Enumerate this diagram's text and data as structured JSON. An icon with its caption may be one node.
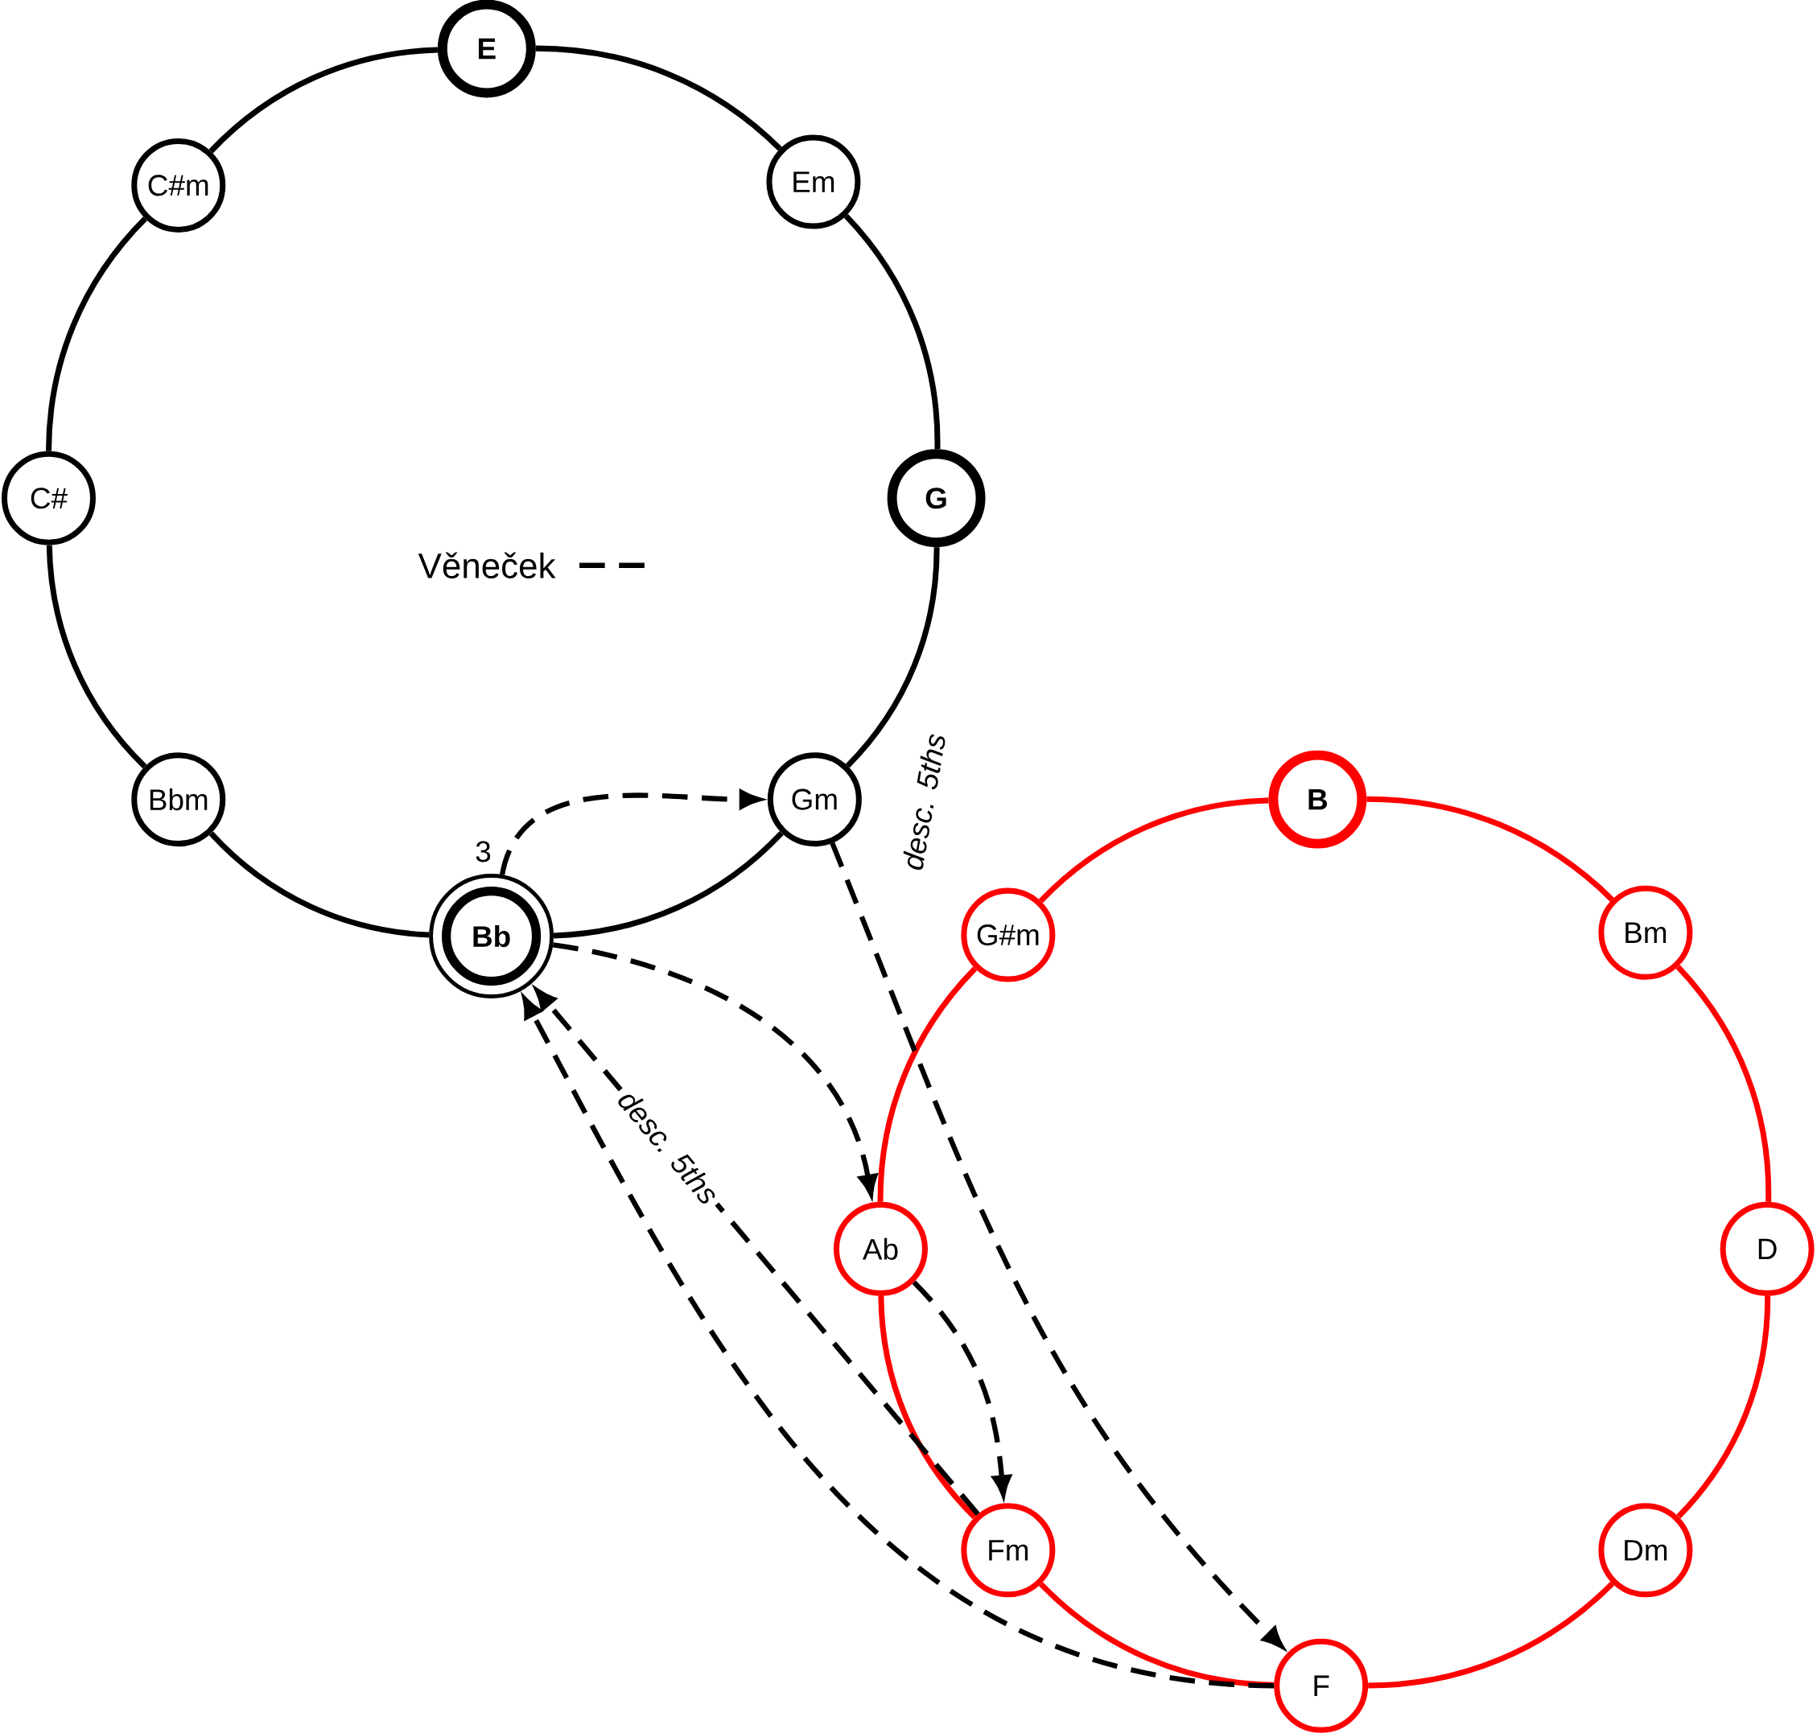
{
  "diagram": {
    "nodes": [
      {
        "text": [
          "E"
        ]
      },
      {
        "text": [
          "Em"
        ]
      },
      {
        "text": [
          "G"
        ]
      },
      {
        "text": [
          "Gm"
        ]
      },
      {
        "text": [
          "Bb"
        ]
      },
      {
        "text": [
          "Bbm"
        ]
      },
      {
        "text": [
          "C#"
        ]
      },
      {
        "text": [
          "C#m"
        ]
      },
      {
        "text": [
          "B"
        ]
      },
      {
        "text": [
          "Bm"
        ]
      },
      {
        "text": [
          "D"
        ]
      },
      {
        "text": [
          "Dm"
        ]
      },
      {
        "text": [
          "F"
        ]
      },
      {
        "text": [
          "Fm"
        ]
      },
      {
        "text": [
          "Ab"
        ]
      },
      {
        "text": [
          "G#m"
        ]
      }
    ],
    "edges": [
      {
        "from": 0,
        "to": 1,
        "arrow": "none"
      },
      {
        "from": 1,
        "to": 2,
        "arrow": "none"
      },
      {
        "from": 2,
        "to": 3,
        "arrow": "none"
      },
      {
        "from": 3,
        "to": 4,
        "arrow": "none"
      },
      {
        "from": 4,
        "to": 5,
        "arrow": "none"
      },
      {
        "from": 5,
        "to": 6,
        "arrow": "none"
      },
      {
        "from": 6,
        "to": 7,
        "arrow": "none"
      },
      {
        "from": 7,
        "to": 0,
        "arrow": "none"
      },
      {
        "from": 8,
        "to": 9,
        "arrow": "none",
        "color": "#ff0000"
      },
      {
        "from": 9,
        "to": 10,
        "arrow": "none",
        "color": "#ff0000"
      },
      {
        "from": 10,
        "to": 11,
        "arrow": "none",
        "color": "#ff0000"
      },
      {
        "from": 11,
        "to": 12,
        "arrow": "none",
        "color": "#ff0000"
      },
      {
        "from": 12,
        "to": 13,
        "arrow": "none",
        "color": "#ff0000"
      },
      {
        "from": 13,
        "to": 14,
        "arrow": "none",
        "color": "#ff0000"
      },
      {
        "from": 14,
        "to": 15,
        "arrow": "none",
        "color": "#ff0000"
      },
      {
        "from": 15,
        "to": 8,
        "arrow": "none",
        "color": "#ff0000"
      },
      {
        "from": 4,
        "to": 3,
        "arrow": "to",
        "style": "dashed",
        "label": "3"
      },
      {
        "from": 3,
        "to": 12,
        "arrow": "to",
        "style": "dashed",
        "label": "desc. 5ths"
      },
      {
        "from": 4,
        "to": 14,
        "arrow": "to",
        "style": "dashed"
      },
      {
        "from": 14,
        "to": 13,
        "arrow": "to",
        "style": "dashed"
      },
      {
        "from": 13,
        "to": 4,
        "arrow": "to",
        "style": "dashed",
        "label": "desc. 5ths"
      },
      {
        "from": 12,
        "to": 4,
        "arrow": "to",
        "style": "dashed"
      }
    ],
    "legend": [
      {
        "text": "Věneček"
      }
    ]
  }
}
